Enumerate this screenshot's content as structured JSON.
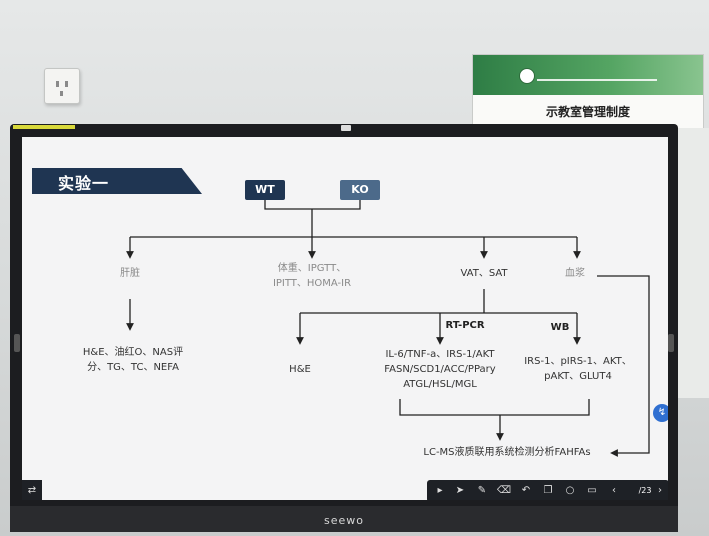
{
  "sign": {
    "subtitle": "示教室管理制度"
  },
  "slide": {
    "title": "实验一",
    "groups": [
      "WT",
      "KO"
    ],
    "branches": {
      "liver": "肝脏",
      "weight_line1": "体重、IPGTT、",
      "weight_line2": "IPITT、HOMA-IR",
      "fat": "VAT、SAT",
      "plasma": "血浆"
    },
    "liver_tests_line1": "H&E、油红O、NAS评",
    "liver_tests_line2": "分、TG、TC、NEFA",
    "fat_he": "H&E",
    "rt_pcr": "RT-PCR",
    "rt_pcr_genes": [
      "IL-6/TNF-a、IRS-1/AKT",
      "FASN/SCD1/ACC/PPary",
      "ATGL/HSL/MGL"
    ],
    "wb": "WB",
    "wb_proteins": [
      "IRS-1、pIRS-1、AKT、",
      "pAKT、GLUT4"
    ],
    "final": "LC-MS液质联用系统检测分析FAHFAs"
  },
  "toolbar": {
    "page": "/23"
  },
  "device": {
    "brand": "seewo"
  },
  "colors": {
    "title_bar": "#1f3552",
    "ko_box": "#4c6a8a",
    "toolbar": "#1e2126",
    "sign_band": "#2e7d45"
  },
  "icons": [
    "arrow-icon",
    "pointer-icon",
    "pen-icon",
    "eraser-icon",
    "undo-icon",
    "copy-icon",
    "circle-icon",
    "screen-icon",
    "prev-icon",
    "next-icon",
    "assist-icon"
  ]
}
